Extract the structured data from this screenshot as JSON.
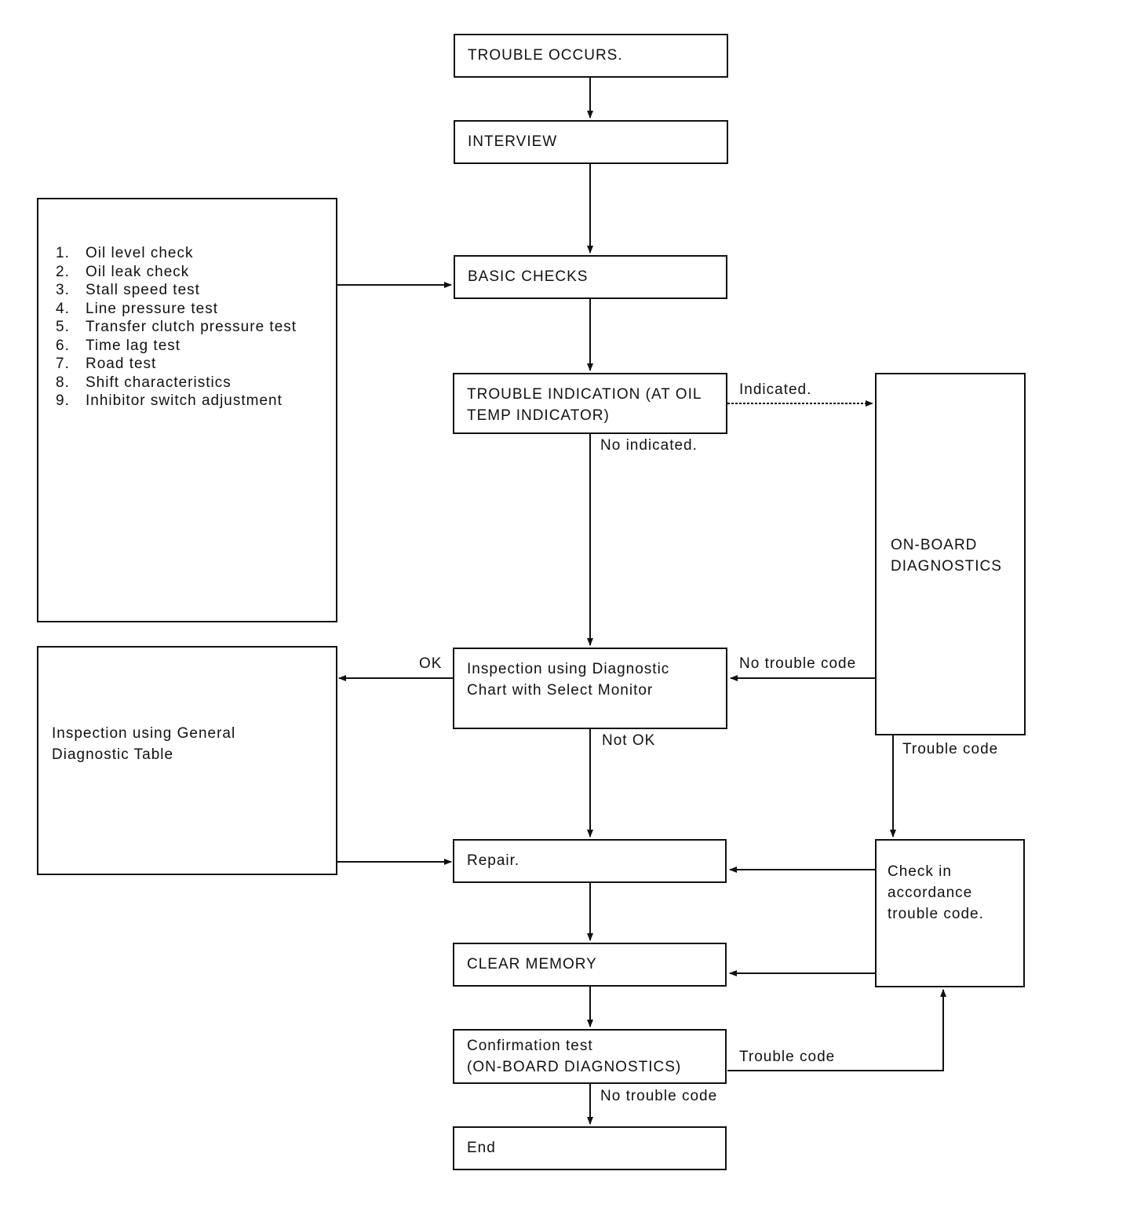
{
  "nodes": {
    "trouble_occurs": "TROUBLE OCCURS.",
    "interview": "INTERVIEW",
    "basic_checks": "BASIC CHECKS",
    "trouble_indication": "TROUBLE INDICATION (AT OIL\nTEMP INDICATOR)",
    "on_board_diagnostics": "ON-BOARD\nDIAGNOSTICS",
    "inspection_select_monitor": "Inspection using Diagnostic\nChart with Select Monitor",
    "inspection_general_table": "Inspection using General\nDiagnostic Table",
    "repair": "Repair.",
    "check_trouble_code": "Check in\naccordance\ntrouble code.",
    "clear_memory": "CLEAR MEMORY",
    "confirmation_test": "Confirmation test\n(ON-BOARD DIAGNOSTICS)",
    "end": "End"
  },
  "basic_check_items": [
    {
      "num": "1.",
      "text": "Oil level check"
    },
    {
      "num": "2.",
      "text": "Oil leak check"
    },
    {
      "num": "3.",
      "text": "Stall speed test"
    },
    {
      "num": "4.",
      "text": "Line pressure test"
    },
    {
      "num": "5.",
      "text": "Transfer clutch pressure test"
    },
    {
      "num": "6.",
      "text": "Time lag test"
    },
    {
      "num": "7.",
      "text": "Road test"
    },
    {
      "num": "8.",
      "text": "Shift characteristics"
    },
    {
      "num": "9.",
      "text": "Inhibitor switch adjustment"
    }
  ],
  "edge_labels": {
    "indicated": "Indicated.",
    "no_indicated": "No indicated.",
    "ok": "OK",
    "not_ok": "Not OK",
    "no_trouble_code_1": "No trouble code",
    "trouble_code_1": "Trouble code",
    "trouble_code_2": "Trouble code",
    "no_trouble_code_2": "No trouble code"
  },
  "colors": {
    "line": "#111111",
    "background": "#ffffff"
  }
}
